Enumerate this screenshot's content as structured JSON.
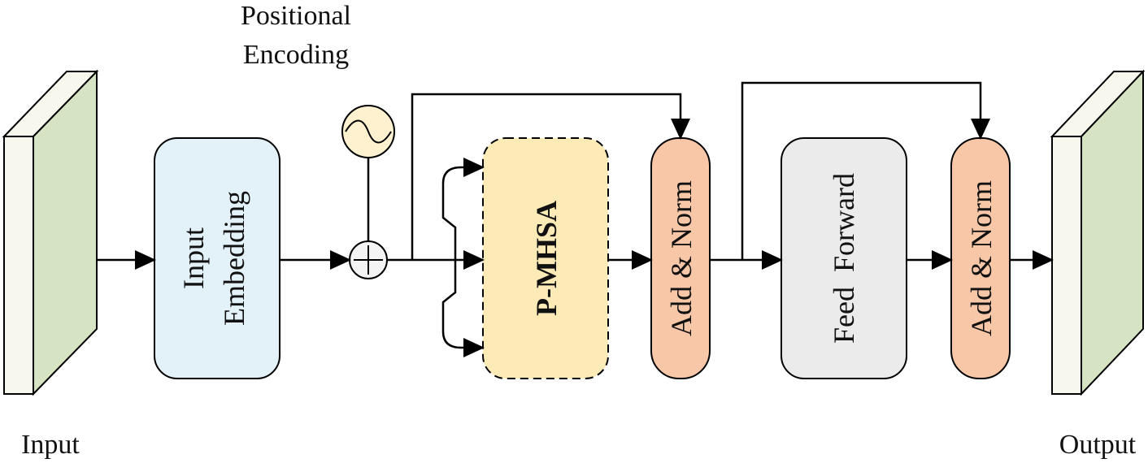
{
  "labels": {
    "input": "Input",
    "output": "Output",
    "positional_line1": "Positional",
    "positional_line2": "Encoding"
  },
  "blocks": {
    "embedding_line1": "Input",
    "embedding_line2": "Embedding",
    "attention": "P-MHSA",
    "add_norm_1": "Add & Norm",
    "feed_forward": "Feed  Forward",
    "add_norm_2": "Add & Norm"
  },
  "colors": {
    "tensor_side": "#d6e4c4",
    "tensor_face": "#f7f7ee",
    "embedding": "#e3f1f8",
    "attention": "#fcebb6",
    "add_norm": "#f8c7a8",
    "feed_forward": "#ebebeb",
    "encoding_circle": "#fdf1cf"
  },
  "icons": {
    "sum": "circled-plus-icon",
    "sine": "sine-wave-icon",
    "arrow": "arrowhead-icon"
  }
}
